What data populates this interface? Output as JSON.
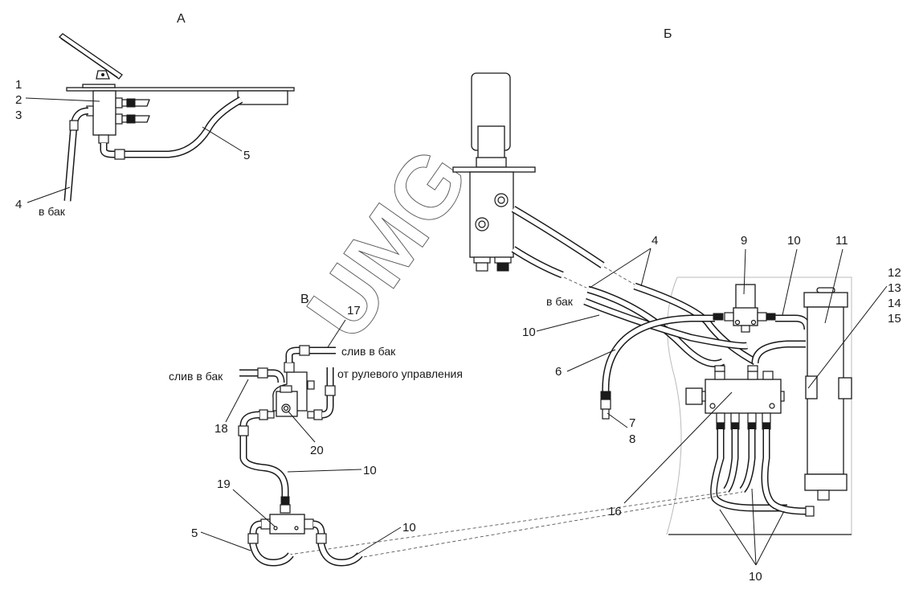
{
  "sections": {
    "a": "А",
    "b": "Б",
    "v": "В"
  },
  "callouts": {
    "a": [
      "1",
      "2",
      "3",
      "4",
      "5"
    ],
    "b": {
      "c4": "4",
      "c6": "6",
      "c7": "7",
      "c8": "8",
      "c9": "9",
      "c10_top": "10",
      "c10_left": "10",
      "c10_bottom": "10",
      "c11": "11",
      "c12": "12",
      "c13": "13",
      "c14": "14",
      "c15": "15",
      "c16": "16"
    },
    "v": {
      "c17": "17",
      "c18": "18",
      "c20": "20",
      "c10_mid": "10",
      "c19": "19",
      "c5": "5",
      "c10_low": "10"
    }
  },
  "notes": {
    "to_tank_a": "в бак",
    "to_tank_b": "в бак",
    "drain_to_tank_right": "слив в бак",
    "drain_to_tank_left": "слив в бак",
    "from_steering": "от рулевого управления"
  },
  "watermark": "UMG",
  "colors": {
    "line": "#1a1a1a",
    "background": "#ffffff",
    "panel_outline": "#bbbbbb"
  }
}
